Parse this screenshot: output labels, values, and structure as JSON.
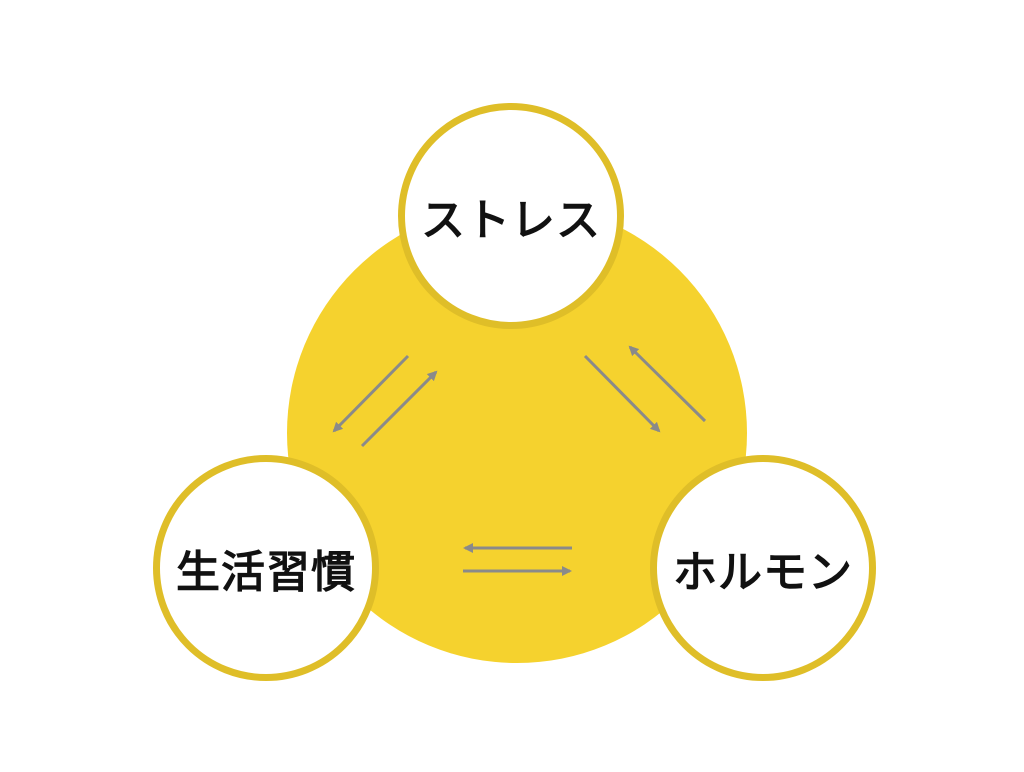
{
  "diagram": {
    "nodes": {
      "stress": "ストレス",
      "lifestyle": "生活習慣",
      "hormone": "ホルモン"
    },
    "colors": {
      "hub_fill": "#f5d22e",
      "node_border": "#dfbe28",
      "node_fill": "#ffffff",
      "arrow": "#8a8a8a"
    },
    "connections": [
      {
        "from": "stress",
        "to": "lifestyle",
        "direction": "bidirectional"
      },
      {
        "from": "stress",
        "to": "hormone",
        "direction": "bidirectional"
      },
      {
        "from": "lifestyle",
        "to": "hormone",
        "direction": "bidirectional"
      }
    ]
  }
}
